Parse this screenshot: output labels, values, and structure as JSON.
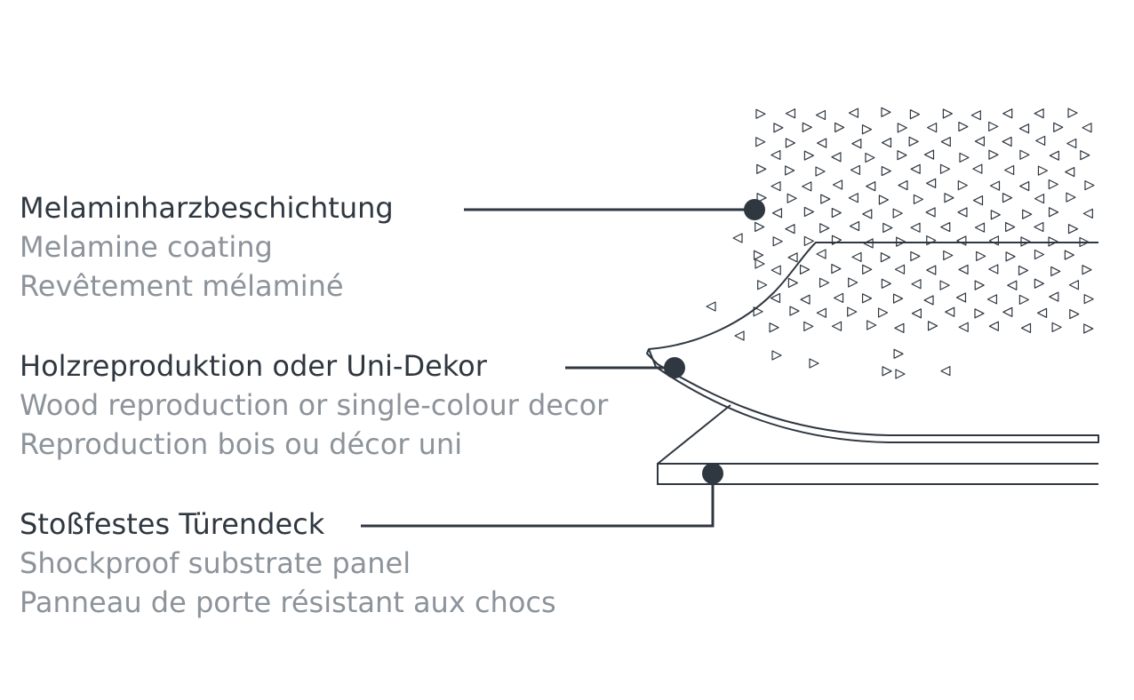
{
  "layers": [
    {
      "de": "Melaminharzbeschichtung",
      "en": "Melamine coating",
      "fr": "Revêtement mélaminé"
    },
    {
      "de": "Holzreproduktion oder Uni-Dekor",
      "en": "Wood reproduction or single-colour decor",
      "fr": "Reproduction bois ou décor uni"
    },
    {
      "de": "Stoßfestes Türendeck",
      "en": "Shockproof substrate panel",
      "fr": "Panneau de porte résistant aux chocs"
    }
  ],
  "colors": {
    "primary_text": "#2f3740",
    "secondary_text": "#8c939a",
    "line": "#2f3740"
  }
}
